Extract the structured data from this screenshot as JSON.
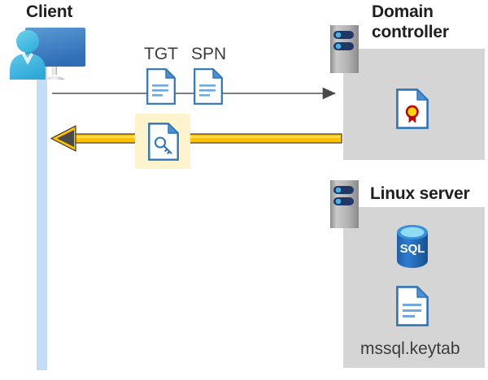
{
  "diagram": {
    "title": "Kerberos authentication flow between Client, Domain controller and Linux server",
    "background_color": "#ffffff",
    "panel_color": "#d5d5d5",
    "highlight_color": "#fdf3cd",
    "lifeline_color": "#c3ddf9",
    "gray_arrow_color": "#555555",
    "yellow_arrow_color": "#ffc000"
  },
  "client": {
    "title": "Client",
    "icon": "user-workstation-icon",
    "lifeline": "client-lifeline"
  },
  "domain_controller": {
    "title": "Domain\ncontroller",
    "title_line1": "Domain",
    "title_line2": "controller",
    "server_icon": "server-rack-icon",
    "contents": [
      {
        "icon": "certificate-document-icon",
        "label": ""
      }
    ]
  },
  "linux_server": {
    "title": "Linux server",
    "server_icon": "server-rack-icon",
    "contents": [
      {
        "icon": "sql-database-icon",
        "label": "SQL"
      },
      {
        "icon": "keytab-document-icon",
        "label": "mssql.keytab"
      }
    ],
    "sql_badge": "SQL",
    "keytab_filename": "mssql.keytab"
  },
  "messages": [
    {
      "id": "request",
      "direction": "client-to-domain-controller",
      "style": "thin-gray-arrow",
      "artifacts": [
        {
          "label": "TGT",
          "icon": "tgt-document-icon"
        },
        {
          "label": "SPN",
          "icon": "spn-document-icon"
        }
      ]
    },
    {
      "id": "response",
      "direction": "domain-controller-to-client",
      "style": "thick-yellow-arrow",
      "highlighted": true,
      "artifacts": [
        {
          "label": "",
          "icon": "service-ticket-key-document-icon"
        }
      ]
    }
  ],
  "labels": {
    "tgt": "TGT",
    "spn": "SPN",
    "keytab": "mssql.keytab",
    "sql": "SQL"
  }
}
